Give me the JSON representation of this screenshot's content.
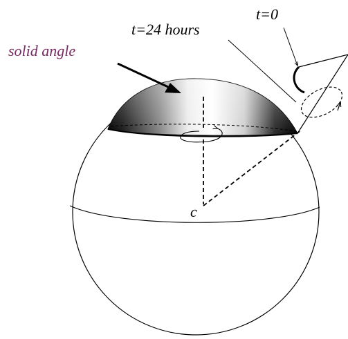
{
  "labels": {
    "t0": "t=0",
    "t24": "t=24 hours",
    "solid_angle": "solid angle",
    "center": "c"
  },
  "colors": {
    "solid_angle_label": "#7a2a63",
    "ink": "#000000",
    "background": "#ffffff"
  }
}
